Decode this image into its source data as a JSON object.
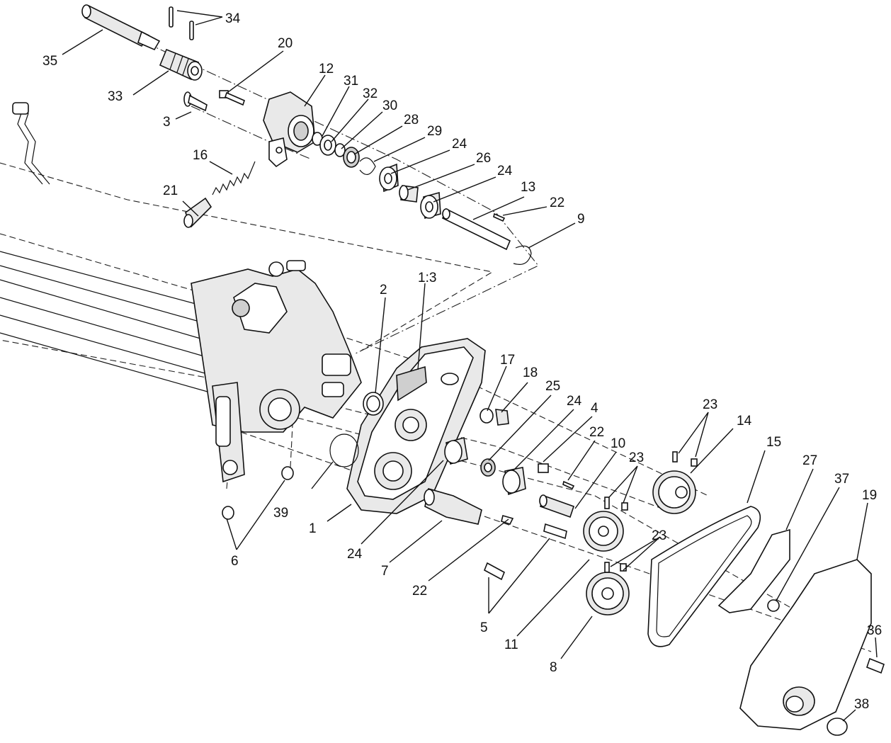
{
  "callouts": {
    "c35": "35",
    "c34": "34",
    "c33": "33",
    "c20": "20",
    "c3": "3",
    "c12": "12",
    "c31": "31",
    "c32": "32",
    "c30": "30",
    "c28": "28",
    "c29": "29",
    "c24a": "24",
    "c26": "26",
    "c24b": "24",
    "c16": "16",
    "c13": "13",
    "c21": "21",
    "c22a": "22",
    "c9": "9",
    "c2": "2",
    "c1_3": "1:3",
    "c17": "17",
    "c18": "18",
    "c25": "25",
    "c24c": "24",
    "c4": "4",
    "c22b": "22",
    "c10": "10",
    "c23a": "23",
    "c14": "14",
    "c23b": "23",
    "c15": "15",
    "c27": "27",
    "c37": "37",
    "c19": "19",
    "c39": "39",
    "c1": "1",
    "c24d": "24",
    "c6": "6",
    "c7": "7",
    "c22c": "22",
    "c5": "5",
    "c23c": "23",
    "c11": "11",
    "c8": "8",
    "c36": "36",
    "c38": "38"
  },
  "colors": {
    "line": "#111111",
    "fill": "#ffffff",
    "shade": "#e9e9e9"
  }
}
